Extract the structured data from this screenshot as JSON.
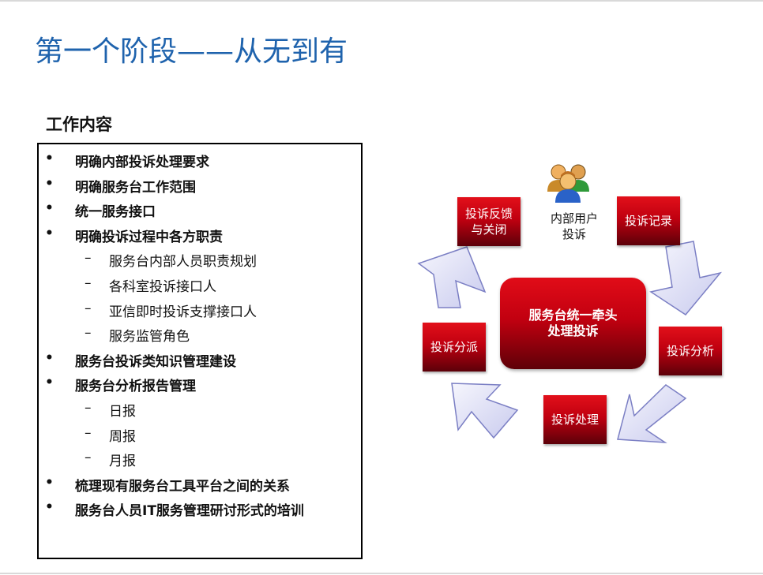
{
  "title": "第一个阶段——从无到有",
  "section_heading": "工作内容",
  "items": [
    {
      "level": 1,
      "marker": "•",
      "text": "明确内部投诉处理要求"
    },
    {
      "level": 1,
      "marker": "•",
      "text": "明确服务台工作范围"
    },
    {
      "level": 1,
      "marker": "•",
      "text": "统一服务接口"
    },
    {
      "level": 1,
      "marker": "•",
      "text": "明确投诉过程中各方职责"
    },
    {
      "level": 2,
      "marker": "–",
      "text": "服务台内部人员职责规划"
    },
    {
      "level": 2,
      "marker": "–",
      "text": "各科室投诉接口人"
    },
    {
      "level": 2,
      "marker": "–",
      "text": "亚信即时投诉支撑接口人"
    },
    {
      "level": 2,
      "marker": "–",
      "text": "服务监管角色"
    },
    {
      "level": 1,
      "marker": "•",
      "text": "服务台投诉类知识管理建设"
    },
    {
      "level": 1,
      "marker": "•",
      "text": "服务台分析报告管理"
    },
    {
      "level": 2,
      "marker": "–",
      "text": "日报"
    },
    {
      "level": 2,
      "marker": "–",
      "text": "周报"
    },
    {
      "level": 2,
      "marker": "–",
      "text": "月报"
    },
    {
      "level": 1,
      "marker": "•",
      "text": "梳理现有服务台工具平台之间的关系"
    },
    {
      "level": 1,
      "marker": "•",
      "text": "服务台人员IT服务管理研讨形式的培训"
    }
  ],
  "diagram": {
    "center": {
      "line1": "服务台统一牵头",
      "line2": "处理投诉"
    },
    "user": {
      "icon": "users-group-icon",
      "line1": "内部用户",
      "line2": "投诉"
    },
    "steps": {
      "record": "投诉记录",
      "analysis": "投诉分析",
      "handle": "投诉处理",
      "dispatch": "投诉分派",
      "feedback_line1": "投诉反馈",
      "feedback_line2": "与关闭"
    },
    "colors": {
      "title_blue": "#1f63ad",
      "box_red": "#c00010",
      "arrow_fill": "#dcdcf4",
      "arrow_stroke": "#7b7fc4"
    }
  }
}
